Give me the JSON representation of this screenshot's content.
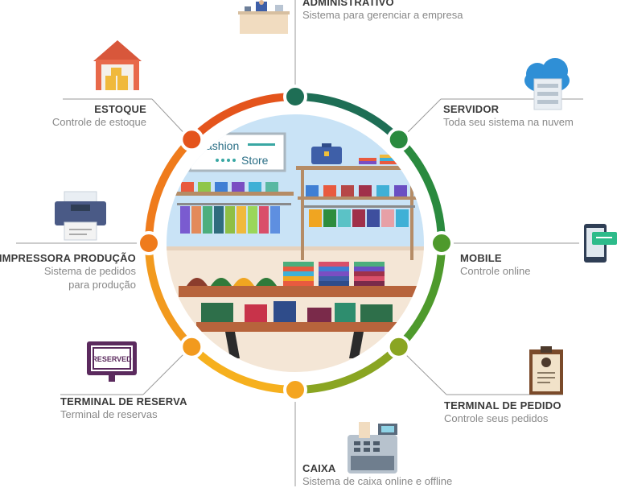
{
  "store_sign": {
    "line1": "ashion",
    "line2": "Store"
  },
  "reserved_sign": "RESERVED",
  "nodes": {
    "administrativo": {
      "title": "ADMINISTRATIVO",
      "subtitle": "Sistema para gerenciar a empresa",
      "color": "#1e6e55",
      "icon": "admin-desk-icon"
    },
    "servidor": {
      "title": "SERVIDOR",
      "subtitle": "Toda seu sistema na nuvem",
      "color": "#2a8a3e",
      "icon": "cloud-server-icon"
    },
    "mobile": {
      "title": "MOBILE",
      "subtitle": "Controle online",
      "color": "#4e9a2c",
      "icon": "smartphone-icon"
    },
    "terminal_pedido": {
      "title": "TERMINAL DE PEDIDO",
      "subtitle": "Controle seus pedidos",
      "color": "#8aa522",
      "icon": "clipboard-icon"
    },
    "caixa": {
      "title": "CAIXA",
      "subtitle": "Sistema de caixa online e offline",
      "color": "#f4a521",
      "icon": "cash-register-icon"
    },
    "terminal_reserva": {
      "title": "TERMINAL DE RESERVA",
      "subtitle": "Terminal de reservas",
      "color": "#f29a1e",
      "icon": "reserved-monitor-icon"
    },
    "impressora": {
      "title": "IMPRESSORA PRODUÇÃO",
      "subtitle_lines": [
        "Sistema de pedidos",
        "para produção"
      ],
      "color": "#f07f1c",
      "icon": "printer-icon"
    },
    "estoque": {
      "title": "ESTOQUE",
      "subtitle": "Controle de estoque",
      "color": "#e4541c",
      "icon": "warehouse-icon"
    }
  }
}
